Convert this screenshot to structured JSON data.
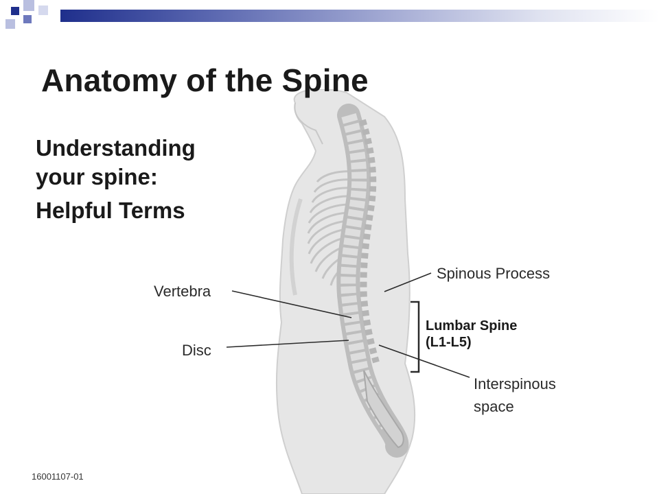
{
  "title": "Anatomy of the Spine",
  "subtitle": {
    "line1": "Understanding",
    "line2": "your spine:",
    "line3": "Helpful Terms"
  },
  "labels": {
    "spinous_process": "Spinous Process",
    "vertebra": "Vertebra",
    "lumbar_spine_line1": "Lumbar Spine",
    "lumbar_spine_line2": "(L1-L5)",
    "disc": "Disc",
    "interspinous_line1": "Interspinous",
    "interspinous_line2": "space"
  },
  "figure_id": "16001107-01",
  "colors": {
    "accent_dark": "#1f2f8c",
    "accent_light": "#a4abd4",
    "body_fill": "#e6e6e6",
    "bone_fill": "#d9d9d9"
  }
}
